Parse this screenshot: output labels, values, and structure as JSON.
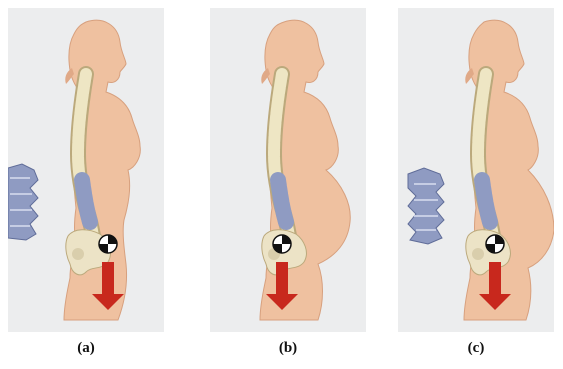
{
  "figure": {
    "panels": [
      {
        "label": "(a)",
        "stage": "normal"
      },
      {
        "label": "(b)",
        "stage": "pregnant"
      },
      {
        "label": "(c)",
        "stage": "late-pregnancy"
      }
    ]
  },
  "colors": {
    "background": "#ecedee",
    "skin": "#efc1a0",
    "skin_outline": "#d7a07e",
    "spine": "#eee6c4",
    "spine_outline": "#bba97c",
    "lumbar": "#8f9bc2",
    "lumbar_outline": "#5f6c98",
    "pelvis": "#ece3c6",
    "arrow": "#c8281d",
    "marker_dark": "#111111"
  },
  "icons": {
    "center_of_gravity": "center-of-gravity-marker-icon",
    "weight_arrow": "down-arrow-icon",
    "vertebrae_inset": "lumbar-vertebrae-inset"
  }
}
